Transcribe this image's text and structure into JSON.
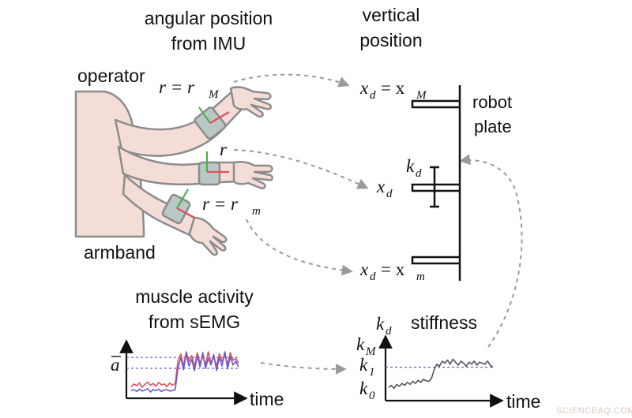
{
  "labels": {
    "angular_position_line1": "angular position",
    "angular_position_line2": "from IMU",
    "vertical_position_line1": "vertical",
    "vertical_position_line2": "position",
    "operator": "operator",
    "armband": "armband",
    "robot_line1": "robot",
    "robot_line2": "plate",
    "muscle_line1": "muscle activity",
    "muscle_line2": "from sEMG",
    "stiffness": "stiffness",
    "time_left": "time",
    "time_right": "time"
  },
  "math": {
    "r_max_lhs": "r = r",
    "r_max_sub": "M",
    "r": "r",
    "r_min_lhs": "r = r",
    "r_min_sub": "m",
    "x": "x",
    "d": "d",
    "eq_x": "= x",
    "M": "M",
    "m": "m",
    "k": "k",
    "a_bar": "a",
    "one": "1",
    "zero": "0"
  },
  "watermark": "SCIENCEAQ.COM",
  "colors": {
    "skin": "#f4ddd7",
    "skin_outline": "#8c8c8c",
    "armband": "#b9c8c5",
    "axis_red": "#e0505a",
    "axis_green": "#4caf50",
    "signal_red": "#e05060",
    "signal_blue": "#6a5acd",
    "plate": "#111111",
    "arrow": "#9a9a9a"
  },
  "chart_data": [
    {
      "type": "line",
      "title": "muscle activity from sEMG",
      "xlabel": "time",
      "ylabel": "",
      "y_ticks": [
        "a"
      ],
      "x": [
        0,
        1,
        2,
        3,
        4,
        5,
        6,
        7,
        8,
        9,
        10,
        11,
        12,
        13,
        14,
        15,
        16,
        17,
        18,
        19,
        20,
        21,
        22,
        23,
        24,
        25,
        26,
        27,
        28,
        29,
        30,
        31,
        32,
        33,
        34,
        35,
        36,
        37,
        38,
        39
      ],
      "series": [
        {
          "values": [
            0.16,
            0.22,
            0.18,
            0.24,
            0.15,
            0.21,
            0.26,
            0.19,
            0.23,
            0.17,
            0.25,
            0.2,
            0.22,
            0.16,
            0.24,
            0.19,
            0.23,
            0.72,
            0.85,
            0.6,
            0.9,
            0.7,
            0.82,
            0.58,
            0.88,
            0.66,
            0.8,
            0.62,
            0.9,
            0.68,
            0.78,
            0.6,
            0.86,
            0.7,
            0.82,
            0.63,
            0.88,
            0.72,
            0.76,
            0.66
          ]
        },
        {
          "values": [
            0.08,
            0.1,
            0.06,
            0.11,
            0.07,
            0.09,
            0.12,
            0.05,
            0.1,
            0.08,
            0.11,
            0.06,
            0.09,
            0.1,
            0.07,
            0.08,
            0.1,
            0.55,
            0.78,
            0.52,
            0.86,
            0.6,
            0.74,
            0.5,
            0.82,
            0.58,
            0.88,
            0.55,
            0.76,
            0.62,
            0.84,
            0.5,
            0.78,
            0.6,
            0.9,
            0.54,
            0.8,
            0.62,
            0.7,
            0.58
          ]
        }
      ],
      "reference_lines": {
        "a_bar": 0.78,
        "midpoint": 0.55
      }
    },
    {
      "type": "line",
      "title": "stiffness",
      "xlabel": "time",
      "ylabel": "k_d",
      "y_ticks": [
        "k_M",
        "k_1",
        "k_0"
      ],
      "x": [
        0,
        1,
        2,
        3,
        4,
        5,
        6,
        7,
        8,
        9,
        10,
        11,
        12,
        13,
        14,
        15,
        16,
        17,
        18,
        19,
        20,
        21,
        22,
        23,
        24,
        25,
        26,
        27,
        28,
        29,
        30,
        31,
        32,
        33,
        34,
        35,
        36,
        37,
        38,
        39
      ],
      "series": [
        {
          "values": [
            0.2,
            0.24,
            0.18,
            0.26,
            0.22,
            0.28,
            0.24,
            0.3,
            0.26,
            0.32,
            0.28,
            0.34,
            0.3,
            0.36,
            0.33,
            0.32,
            0.38,
            0.55,
            0.66,
            0.62,
            0.72,
            0.68,
            0.74,
            0.66,
            0.76,
            0.7,
            0.64,
            0.72,
            0.68,
            0.62,
            0.7,
            0.66,
            0.72,
            0.64,
            0.7,
            0.68,
            0.66,
            0.72,
            0.64,
            0.6
          ]
        }
      ],
      "reference_lines": {
        "k_1": 0.6
      }
    }
  ]
}
